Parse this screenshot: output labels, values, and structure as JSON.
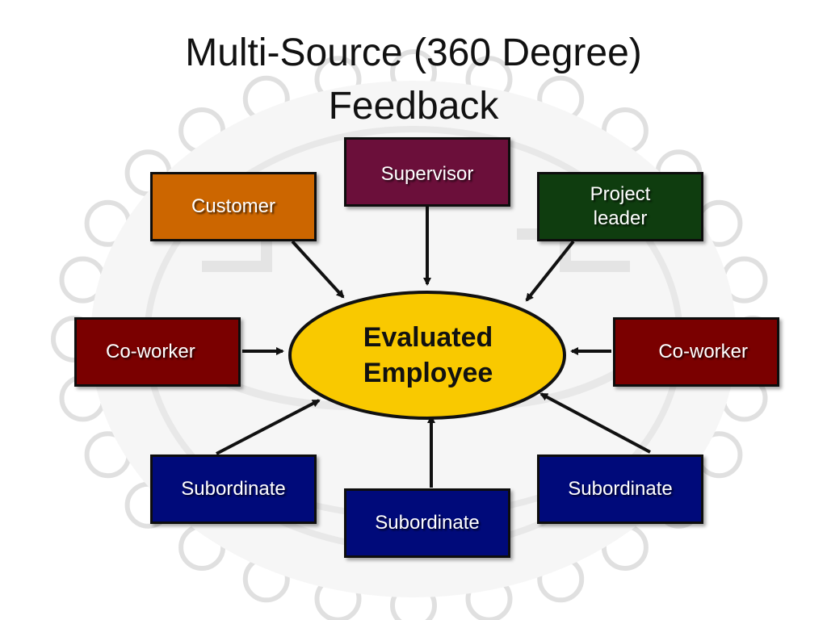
{
  "title": {
    "line1": "Multi-Source (360 Degree)",
    "line2": "Feedback"
  },
  "center": {
    "label": "Evaluated\nEmployee",
    "color": "#f9c900"
  },
  "sources": {
    "supervisor": {
      "label": "Supervisor",
      "color": "#6b0f3a"
    },
    "customer": {
      "label": "Customer",
      "color": "#cc6600"
    },
    "project_leader": {
      "label": "Project\nleader",
      "color": "#0f3d0f"
    },
    "coworker_left": {
      "label": "Co-worker",
      "color": "#7a0000"
    },
    "coworker_right": {
      "label": "Co-worker",
      "color": "#7a0000"
    },
    "subordinate_left": {
      "label": "Subordinate",
      "color": "#000a7a"
    },
    "subordinate_center": {
      "label": "Subordinate",
      "color": "#000a7a"
    },
    "subordinate_right": {
      "label": "Subordinate",
      "color": "#000a7a"
    }
  }
}
